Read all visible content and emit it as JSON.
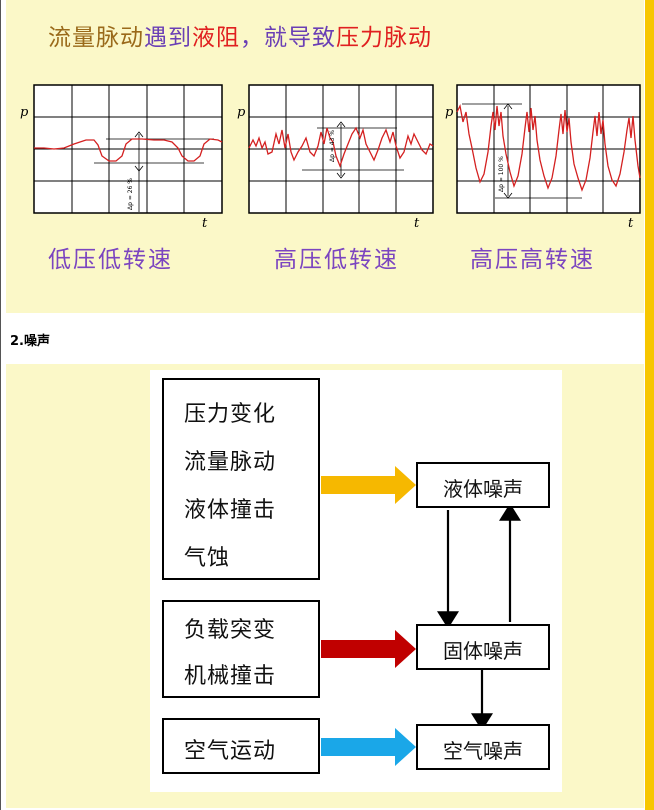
{
  "title_segments": [
    {
      "text": "流量脉动",
      "color": "#9a6a1a"
    },
    {
      "text": "遇到",
      "color": "#6a3fb5"
    },
    {
      "text": "液阻",
      "color": "#e02020"
    },
    {
      "text": "，就导致",
      "color": "#6a3fb5"
    },
    {
      "text": "压力脉动",
      "color": "#e02020"
    }
  ],
  "plots": [
    {
      "ylabel": "p",
      "xlabel": "t",
      "annotation": "Δp = 26 %",
      "caption": "低压低转速",
      "pulsation_percent": 26
    },
    {
      "ylabel": "p",
      "xlabel": "t",
      "annotation": "Δp = 43 %",
      "caption": "高压低转速",
      "pulsation_percent": 43
    },
    {
      "ylabel": "p",
      "xlabel": "t",
      "annotation": "Δp = 100 %",
      "caption": "高压高转速",
      "pulsation_percent": 100
    }
  ],
  "section": {
    "heading": "2.噪声"
  },
  "diagram": {
    "sources": [
      {
        "lines": [
          "压力变化",
          "流量脉动",
          "液体撞击",
          "气蚀"
        ],
        "arrow_color": "#f6b800"
      },
      {
        "lines": [
          "负载突变",
          "机械撞击"
        ],
        "arrow_color": "#c00000"
      },
      {
        "lines": [
          "空气运动"
        ],
        "arrow_color": "#1aa7e8"
      }
    ],
    "noises": [
      "液体噪声",
      "固体噪声",
      "空气噪声"
    ]
  }
}
